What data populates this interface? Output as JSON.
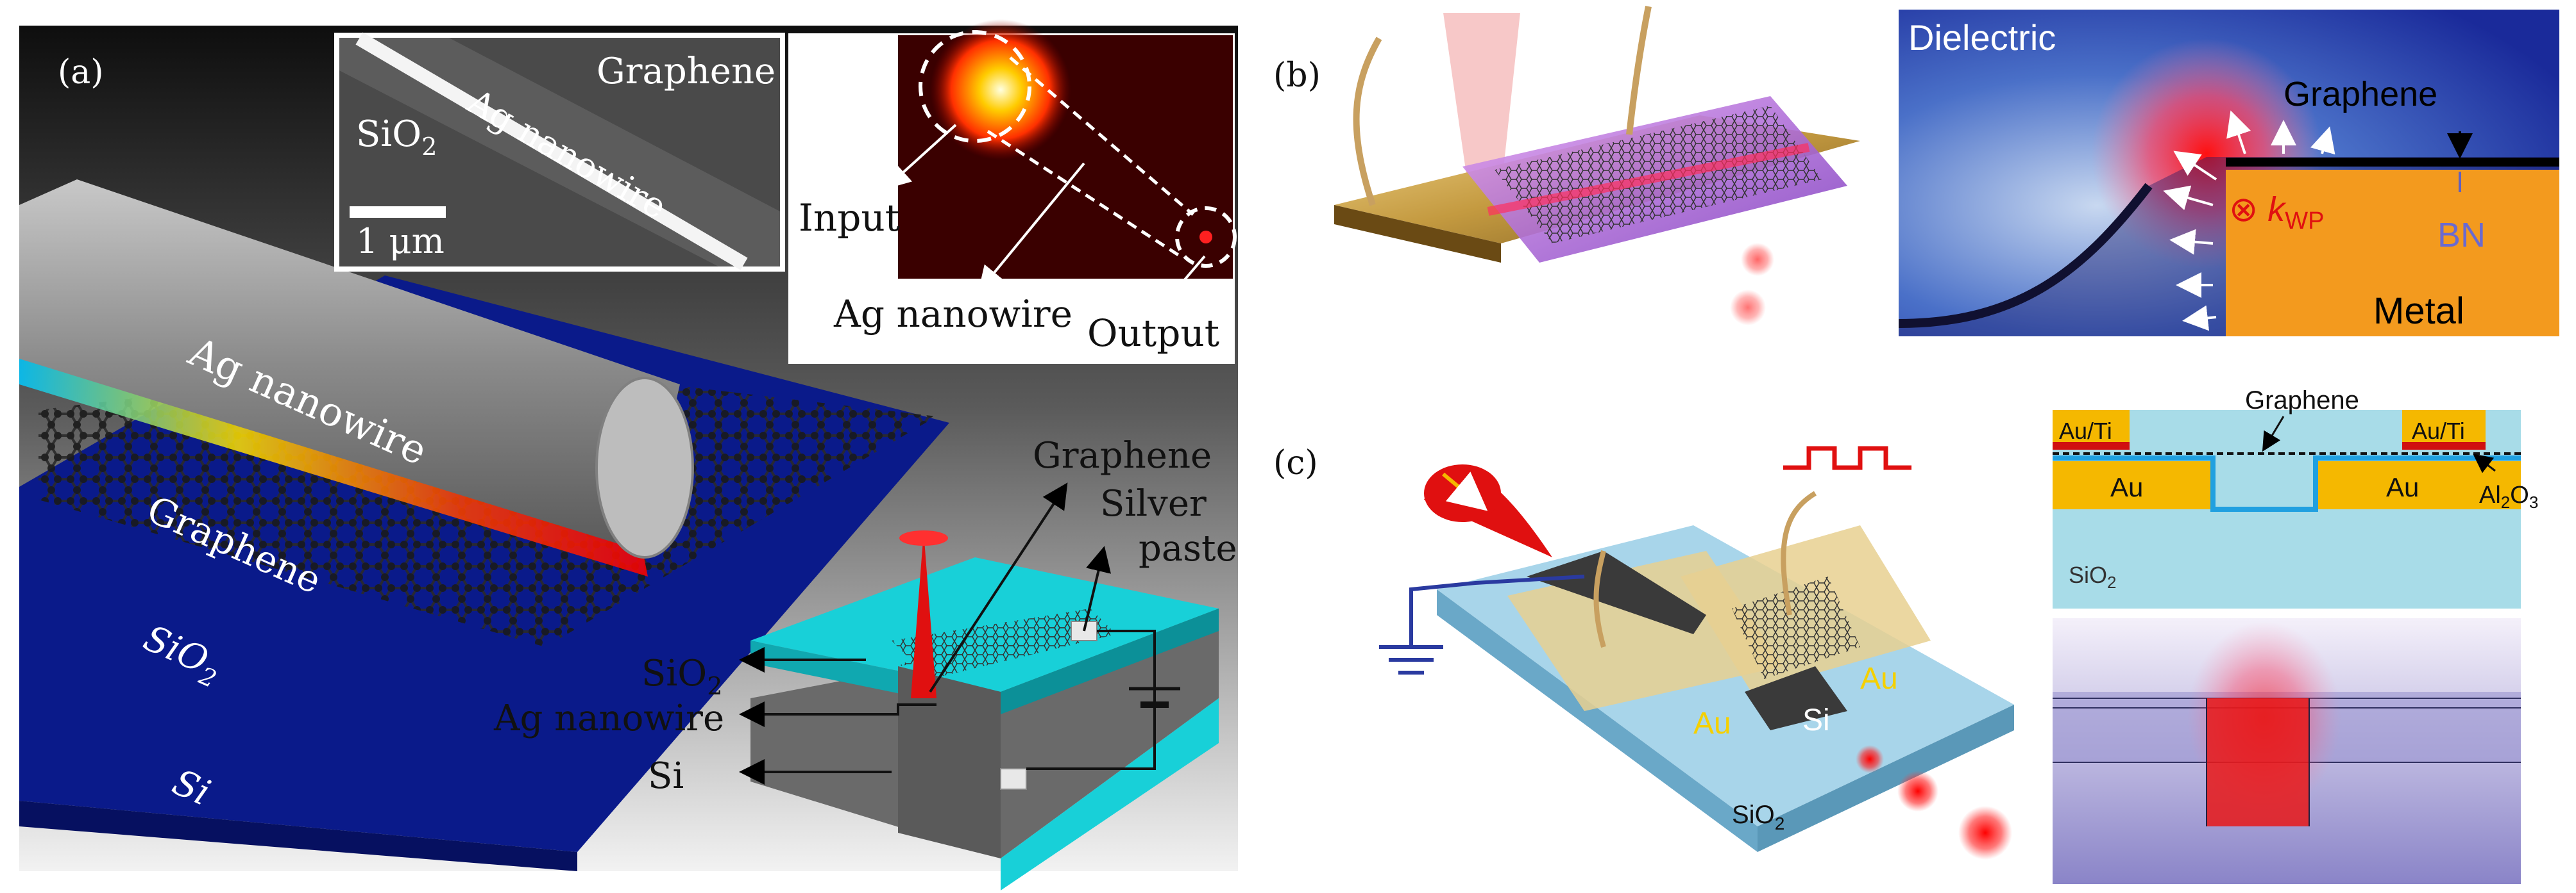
{
  "panel_a": {
    "label": "(a)",
    "inset_sem": {
      "material1": "SiO",
      "material1_sub": "2",
      "wire": "Ag nanowire",
      "graphene": "Graphene",
      "scale": "1 μm"
    },
    "inset_optical": {
      "input": "Input",
      "output": "Output",
      "wire": "Ag nanowire"
    },
    "main": {
      "wire": "Ag nanowire",
      "graphene": "Graphene",
      "substrate": "SiO",
      "substrate_sub": "2",
      "si": "Si"
    },
    "device": {
      "graphene": "Graphene",
      "paste_line1": "Silver",
      "paste_line2": "paste",
      "sio2": "SiO",
      "sio2_sub": "2",
      "wire": "Ag nanowire",
      "si": "Si"
    }
  },
  "panel_b": {
    "label": "(b)",
    "cross_section": {
      "dielectric": "Dielectric",
      "graphene": "Graphene",
      "k": "k",
      "k_sub": "WP",
      "bn": "BN",
      "metal": "Metal"
    }
  },
  "panel_c": {
    "label": "(c)",
    "device": {
      "au_left": "Au",
      "au_right": "Au",
      "si": "Si",
      "sio2": "SiO",
      "sio2_sub": "2"
    },
    "cross_section": {
      "graphene": "Graphene",
      "auti_left": "Au/Ti",
      "auti_right": "Au/Ti",
      "au_left": "Au",
      "au_right": "Au",
      "al2o3": "Al",
      "al2o3_sub1": "2",
      "al2o3_mid": "O",
      "al2o3_sub2": "3",
      "sio2": "SiO",
      "sio2_sub": "2"
    }
  },
  "colors": {
    "substrate_blue": "#0a1a8a",
    "cyan": "#18d0d8",
    "gold": "#f5b800",
    "metal_orange": "#f39a1e",
    "laser_red": "#e01010"
  }
}
